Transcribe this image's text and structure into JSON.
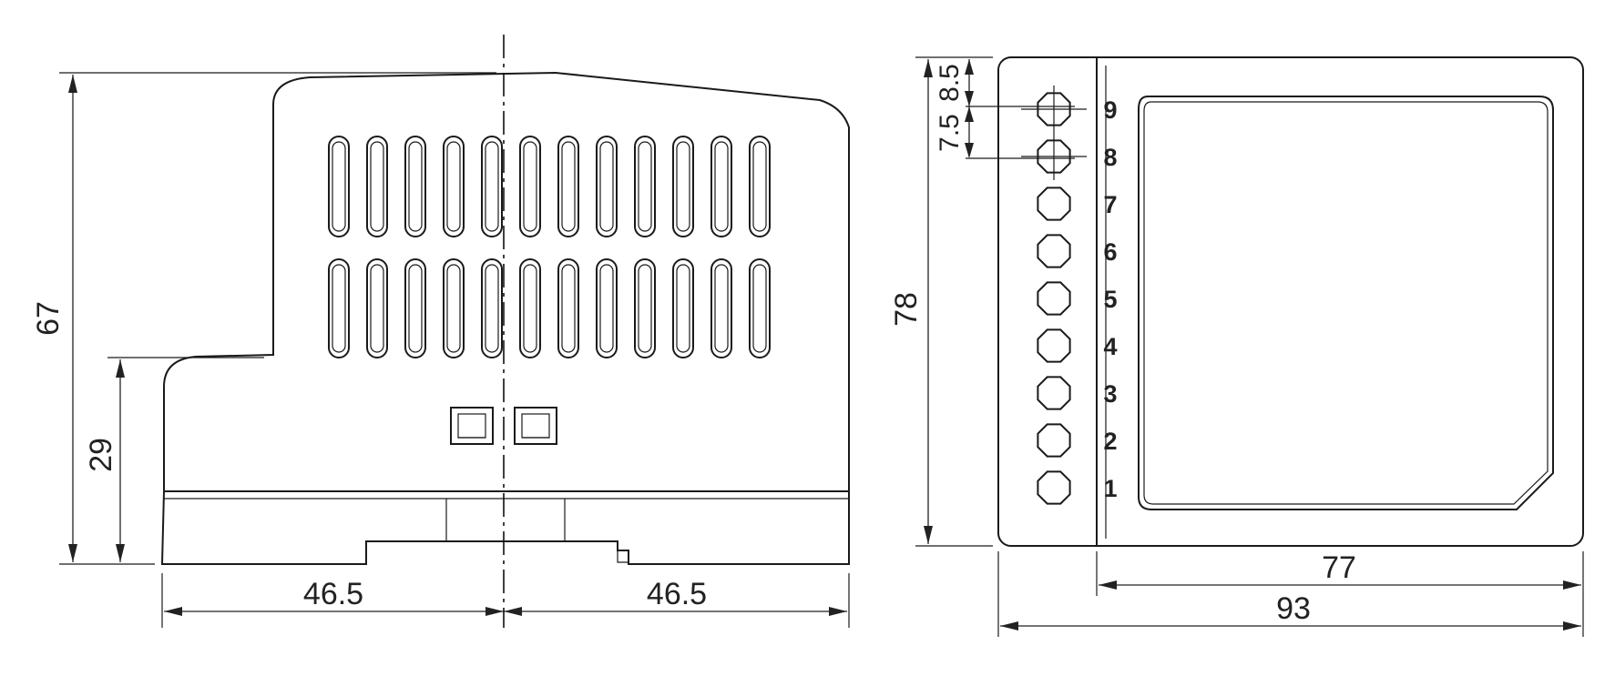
{
  "side_view": {
    "dimensions": {
      "overall_height": "67",
      "step_height": "29",
      "half_width_left": "46.5",
      "half_width_right": "46.5"
    }
  },
  "front_view": {
    "dimensions": {
      "overall_height": "78",
      "overall_width": "93",
      "panel_width": "77",
      "terminal_top_offset": "8.5",
      "terminal_pitch": "7.5"
    },
    "terminal_numbers": [
      "9",
      "8",
      "7",
      "6",
      "5",
      "4",
      "3",
      "2",
      "1"
    ]
  }
}
